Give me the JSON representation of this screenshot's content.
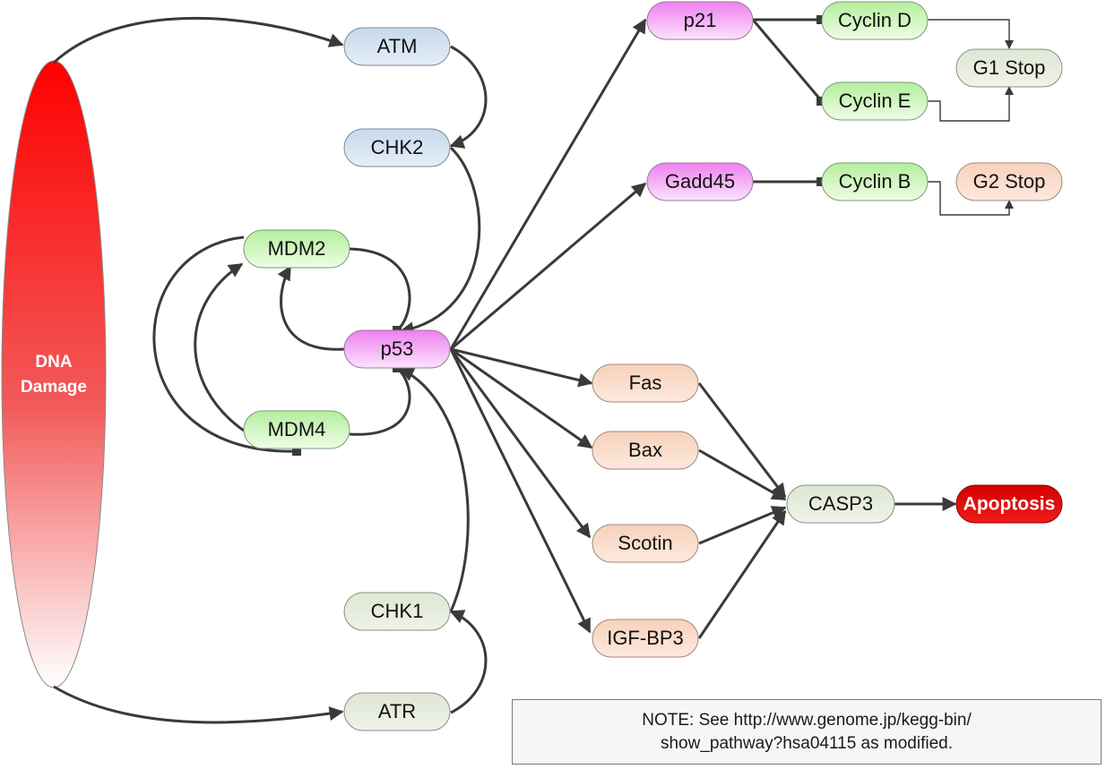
{
  "dna": {
    "line1": "DNA",
    "line2": "Damage"
  },
  "nodes": {
    "atm": "ATM",
    "chk2": "CHK2",
    "mdm2": "MDM2",
    "p53": "p53",
    "mdm4": "MDM4",
    "chk1": "CHK1",
    "atr": "ATR",
    "p21": "p21",
    "gadd45": "Gadd45",
    "cyclin_d": "Cyclin D",
    "cyclin_e": "Cyclin E",
    "cyclin_b": "Cyclin B",
    "g1_stop": "G1 Stop",
    "g2_stop": "G2 Stop",
    "fas": "Fas",
    "bax": "Bax",
    "scotin": "Scotin",
    "igf_bp3": "IGF-BP3",
    "casp3": "CASP3",
    "apoptosis": "Apoptosis"
  },
  "note": {
    "line1": "NOTE: See http://www.genome.jp/kegg-bin/",
    "line2": "show_pathway?hsa04115 as modified."
  },
  "colors": {
    "blue_node": "#d6e4f0",
    "green_node": "#d0f5c8",
    "gray_node": "#e4ead9",
    "peach_node": "#fadcc8",
    "pink_node": "#f5a8f2",
    "red_node": "#e60000",
    "edge": "#3a3a3a"
  }
}
